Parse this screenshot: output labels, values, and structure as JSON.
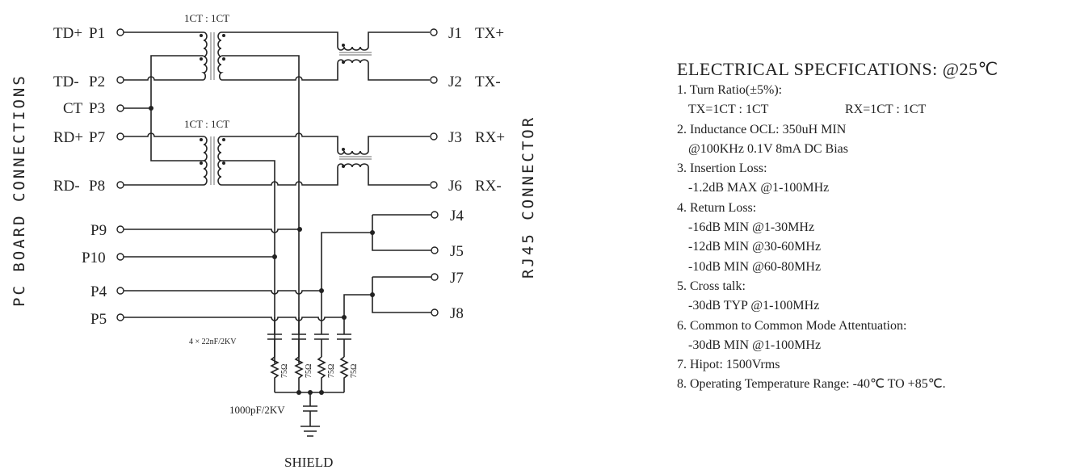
{
  "diagram": {
    "left_side_label": "PC BOARD CONNECTIONS",
    "right_side_label": "RJ45 CONNECTOR",
    "transformer_ratio_tx": "1CT : 1CT",
    "transformer_ratio_rx": "1CT : 1CT",
    "left_pins": [
      {
        "signal": "TD+",
        "pin": "P1"
      },
      {
        "signal": "TD-",
        "pin": "P2"
      },
      {
        "signal": "CT",
        "pin": "P3"
      },
      {
        "signal": "RD+",
        "pin": "P7"
      },
      {
        "signal": "RD-",
        "pin": "P8"
      },
      {
        "signal": "",
        "pin": "P9"
      },
      {
        "signal": "",
        "pin": "P10"
      },
      {
        "signal": "",
        "pin": "P4"
      },
      {
        "signal": "",
        "pin": "P5"
      }
    ],
    "right_pins": [
      {
        "pin": "J1",
        "signal": "TX+"
      },
      {
        "pin": "J2",
        "signal": "TX-"
      },
      {
        "pin": "J3",
        "signal": "RX+"
      },
      {
        "pin": "J6",
        "signal": "RX-"
      },
      {
        "pin": "J4",
        "signal": ""
      },
      {
        "pin": "J5",
        "signal": ""
      },
      {
        "pin": "J7",
        "signal": ""
      },
      {
        "pin": "J8",
        "signal": ""
      }
    ],
    "capacitor_label": "4 × 22nF/2KV",
    "resistor_label": "75Ω",
    "shield_cap_label": "1000pF/2KV",
    "shield_label": "SHIELD"
  },
  "specs": {
    "title": "ELECTRICAL SPECFICATIONS: @25℃",
    "items": [
      {
        "head": "1. Turn Ratio(±5%):",
        "lines": []
      },
      {
        "head": "2. Inductance OCL: 350uH MIN",
        "lines": [
          "@100KHz 0.1V 8mA DC Bias"
        ]
      },
      {
        "head": "3. Insertion Loss:",
        "lines": [
          "-1.2dB MAX @1-100MHz"
        ]
      },
      {
        "head": "4. Return Loss:",
        "lines": [
          "-16dB MIN @1-30MHz",
          "-12dB MIN @30-60MHz",
          "-10dB MIN @60-80MHz"
        ]
      },
      {
        "head": "5. Cross talk:",
        "lines": [
          "-30dB TYP @1-100MHz"
        ]
      },
      {
        "head": "6. Common to Common Mode Attentuation:",
        "lines": [
          "-30dB MIN @1-100MHz"
        ]
      },
      {
        "head": "7. Hipot: 1500Vrms",
        "lines": []
      },
      {
        "head": "8. Operating Temperature Range: -40℃ TO +85℃.",
        "lines": []
      }
    ],
    "turn_ratio_tx": "TX=1CT : 1CT",
    "turn_ratio_rx": "RX=1CT : 1CT"
  }
}
